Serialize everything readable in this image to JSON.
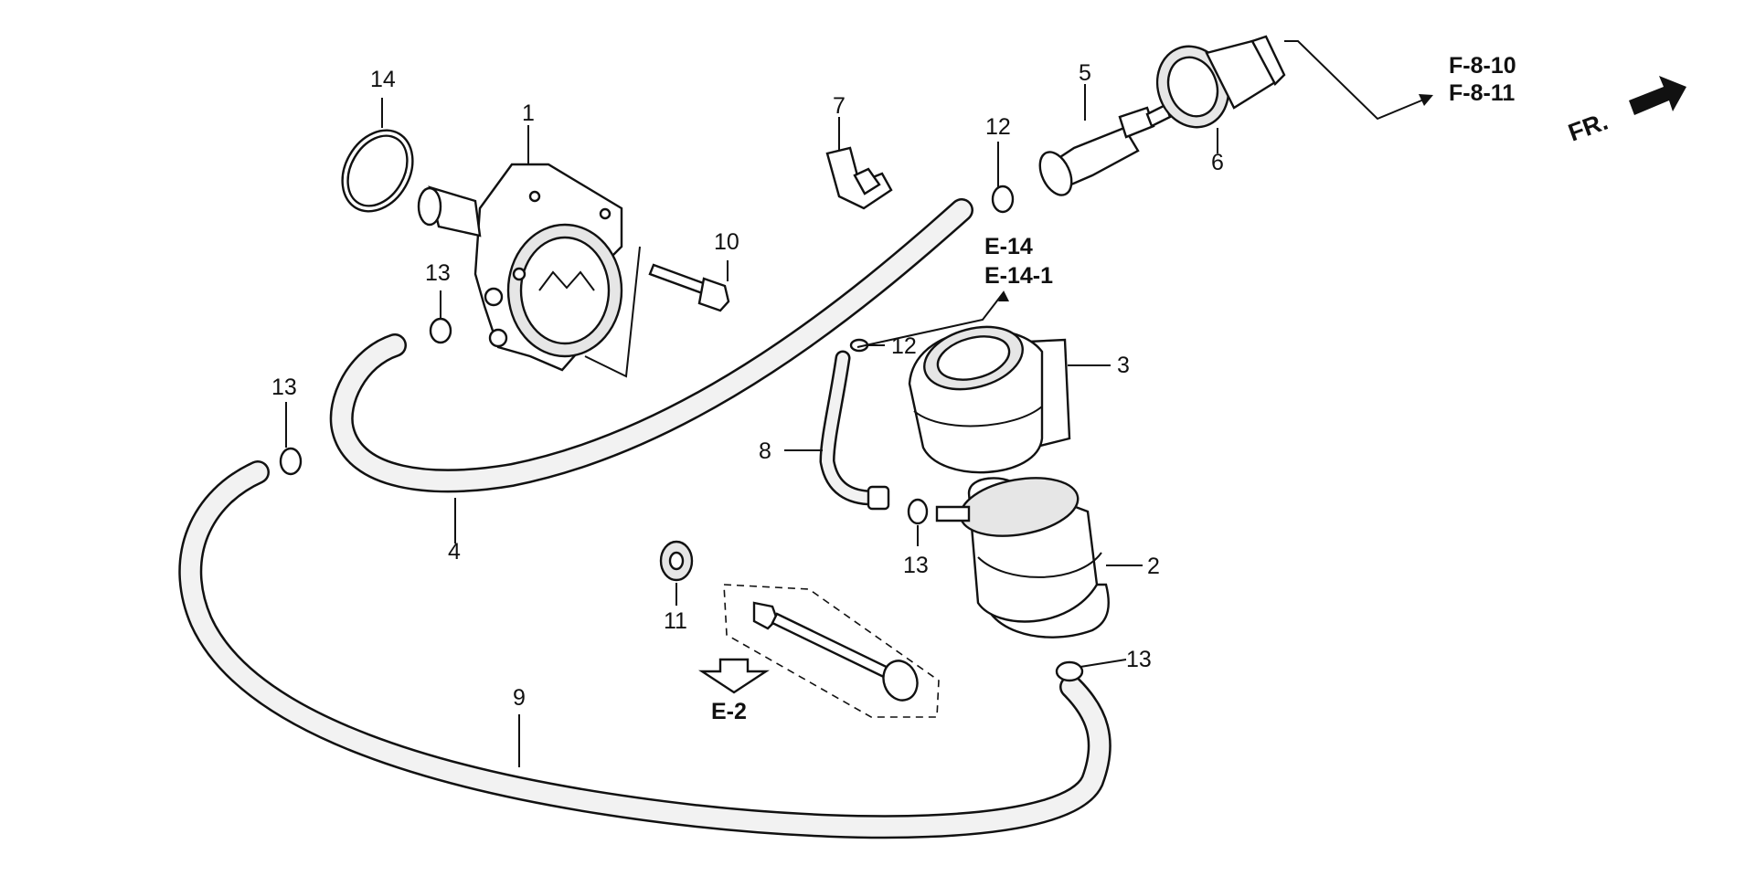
{
  "callouts": {
    "c1": "1",
    "c2": "2",
    "c3": "3",
    "c4": "4",
    "c5": "5",
    "c6": "6",
    "c7": "7",
    "c8": "8",
    "c9": "9",
    "c10": "10",
    "c11": "11",
    "c12a": "12",
    "c12b": "12",
    "c13a": "13",
    "c13b": "13",
    "c13c": "13",
    "c13d": "13",
    "c14": "14"
  },
  "references": {
    "e14": "E-14",
    "e14_1": "E-14-1",
    "f8_10": "F-8-10",
    "f8_11": "F-8-11",
    "e2": "E-2"
  },
  "front_indicator": "FR."
}
